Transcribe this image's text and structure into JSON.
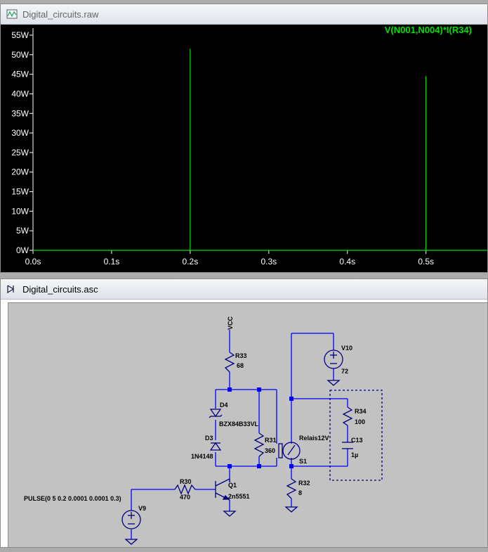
{
  "waveform_window": {
    "title": "Digital_circuits.raw",
    "trace_label": "V(N001,N004)*I(R34)",
    "trace_color": "#00e000"
  },
  "schematic_window": {
    "title": "Digital_circuits.asc",
    "labels": {
      "vcc": "VCC",
      "r33": "R33",
      "r33_val": "68",
      "d4": "D4",
      "d4_val": "BZX84B33VL",
      "d3": "D3",
      "d3_val": "1N4148",
      "r31": "R31",
      "r31_val": "360",
      "relay": "Relais12V",
      "s1": "S1",
      "v10": "V10",
      "v10_val": "72",
      "r34": "R34",
      "r34_val": "100",
      "c13": "C13",
      "c13_val": "1µ",
      "r32": "R32",
      "r32_val": "8",
      "r30": "R30",
      "r30_val": "470",
      "q1": "Q1",
      "q1_val": "2n5551",
      "v9": "V9",
      "pulse": "PULSE(0 5 0.2 0.0001 0.0001 0.3)"
    },
    "wire_color": "#0000ff",
    "symbol_color": "#000080"
  },
  "chart_data": {
    "type": "line",
    "title": "",
    "series": [
      {
        "name": "V(N001,N004)*I(R34)",
        "x": [
          0,
          0.2,
          0.2,
          0.2,
          0.5,
          0.5,
          0.5,
          0.578
        ],
        "y": [
          0,
          0,
          51.5,
          0,
          0,
          44.5,
          0,
          0
        ]
      }
    ],
    "xlabel": "",
    "ylabel": "",
    "xlim": [
      0,
      0.578
    ],
    "ylim": [
      0,
      55
    ],
    "x_ticks": [
      "0.0s",
      "0.1s",
      "0.2s",
      "0.3s",
      "0.4s",
      "0.5s"
    ],
    "x_tick_values": [
      0,
      0.1,
      0.2,
      0.3,
      0.4,
      0.5
    ],
    "y_ticks": [
      "0W",
      "5W",
      "10W",
      "15W",
      "20W",
      "25W",
      "30W",
      "35W",
      "40W",
      "45W",
      "50W",
      "55W"
    ],
    "y_tick_values": [
      0,
      5,
      10,
      15,
      20,
      25,
      30,
      35,
      40,
      45,
      50,
      55
    ],
    "grid": false
  }
}
